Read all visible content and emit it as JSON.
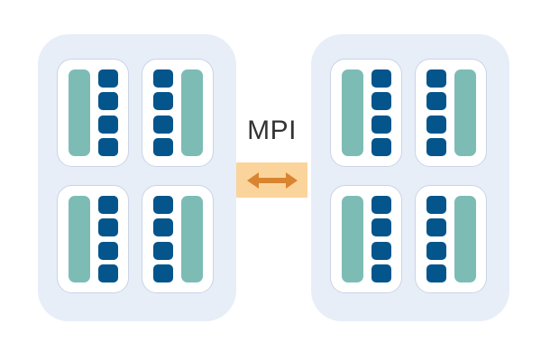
{
  "diagram": {
    "title": "MPI-connected two-node cluster diagram",
    "link": {
      "label": "MPI",
      "arrow_icon": "double-headed-horizontal-arrow-icon",
      "band_color": "#fbd49b",
      "arrow_color": "#d98431",
      "label_color": "#333333"
    },
    "colors": {
      "background": "#ffffff",
      "panel_fill": "#e7eef8",
      "card_fill": "#ffffff",
      "card_border": "#c9d4e6",
      "memory_bar": "#7dbcb4",
      "core_square": "#04558c"
    },
    "nodes": [
      {
        "name": "left-node",
        "cards": [
          {
            "name": "socket-card-top-left",
            "position": "pos-tl",
            "layout": "memory-left",
            "memory_bars": 1,
            "cores": 4
          },
          {
            "name": "socket-card-top-right",
            "position": "pos-tr",
            "layout": "memory-right",
            "memory_bars": 1,
            "cores": 4
          },
          {
            "name": "socket-card-bottom-left",
            "position": "pos-bl",
            "layout": "memory-left",
            "memory_bars": 1,
            "cores": 4
          },
          {
            "name": "socket-card-bottom-right",
            "position": "pos-br",
            "layout": "memory-right",
            "memory_bars": 1,
            "cores": 4
          }
        ]
      },
      {
        "name": "right-node",
        "cards": [
          {
            "name": "socket-card-top-left",
            "position": "pos-tl",
            "layout": "memory-left",
            "memory_bars": 1,
            "cores": 4
          },
          {
            "name": "socket-card-top-right",
            "position": "pos-tr",
            "layout": "memory-right",
            "memory_bars": 1,
            "cores": 4
          },
          {
            "name": "socket-card-bottom-left",
            "position": "pos-bl",
            "layout": "memory-left",
            "memory_bars": 1,
            "cores": 4
          },
          {
            "name": "socket-card-bottom-right",
            "position": "pos-br",
            "layout": "memory-right",
            "memory_bars": 1,
            "cores": 4
          }
        ]
      }
    ]
  }
}
